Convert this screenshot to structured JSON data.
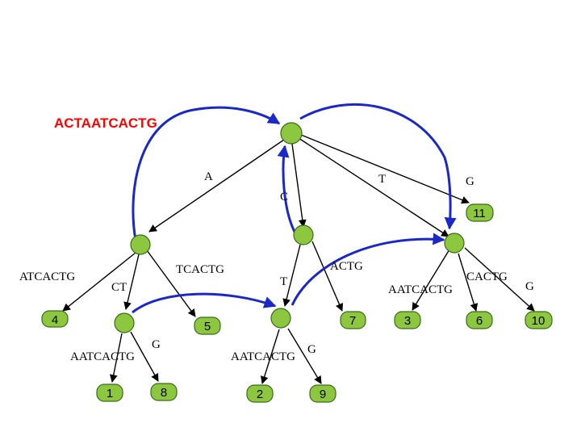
{
  "title": "ACTAATCACTG",
  "edge_labels": {
    "root_a": "A",
    "root_c": "C",
    "root_t": "T",
    "root_g": "G",
    "a_atcactg": "ATCACTG",
    "a_ct": "CT",
    "a_tcactg": "TCACTG",
    "c_t": "T",
    "c_actg": "ACTG",
    "t_aatcactg": "AATCACTG",
    "t_cactg": "CACTG",
    "t_g": "G",
    "act_aatcactg": "AATCACTG",
    "act_g": "G",
    "ct_aatcactg": "AATCACTG",
    "ct_g": "G"
  },
  "leaves": {
    "l1": "1",
    "l2": "2",
    "l3": "3",
    "l4": "4",
    "l5": "5",
    "l6": "6",
    "l7": "7",
    "l8": "8",
    "l9": "9",
    "l10": "10",
    "l11": "11"
  },
  "colors": {
    "node_fill": "#8dc63f",
    "suffix_link": "#1a28c8",
    "title": "#ff0000"
  }
}
